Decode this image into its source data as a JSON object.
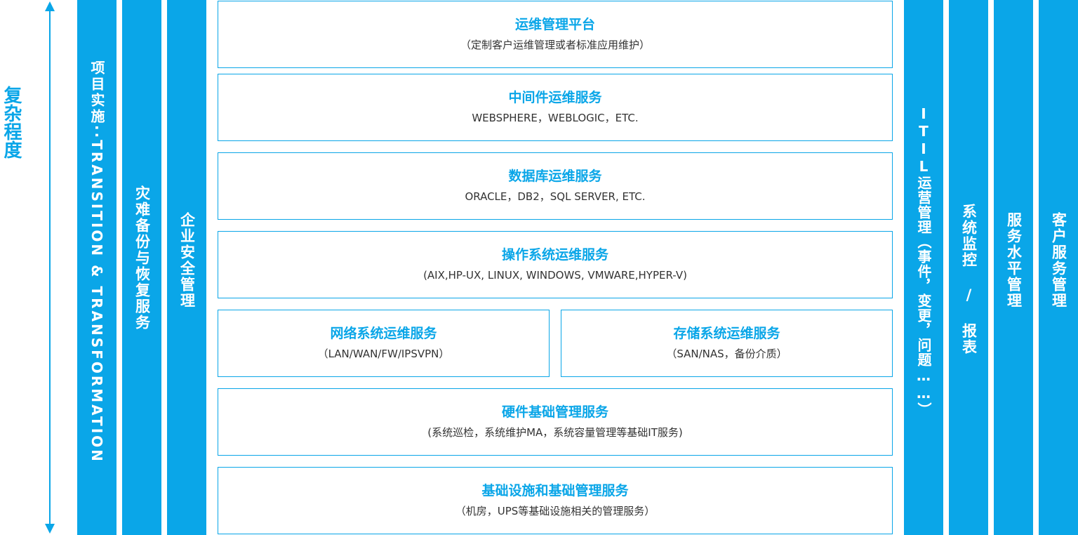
{
  "axis": {
    "label": "复杂程度"
  },
  "left_columns": [
    {
      "label": "项目实施··TRANSITION & TRANSFORMATION"
    },
    {
      "label": "灾难备份与恢复服务"
    },
    {
      "label": "企业安全管理"
    }
  ],
  "right_columns": [
    {
      "label": "ITIL运营管理（事件，变更，问题……）"
    },
    {
      "label": "系统监控 / 报表"
    },
    {
      "label": "服务水平管理"
    },
    {
      "label": "客户服务管理"
    }
  ],
  "layers": [
    {
      "title": "运维管理平台",
      "sub": "（定制客户运维管理或者标准应用维护）"
    },
    {
      "title": "中间件运维服务",
      "sub": "WEBSPHERE，WEBLOGIC，ETC."
    },
    {
      "title": "数据库运维服务",
      "sub": "ORACLE，DB2，SQL SERVER, ETC."
    },
    {
      "title": "操作系统运维服务",
      "sub": "(AIX,HP-UX, LINUX, WINDOWS, VMWARE,HYPER-V)"
    },
    {
      "title": "网络系统运维服务",
      "sub": "（LAN/WAN/FW/IPSVPN）"
    },
    {
      "title": "存储系统运维服务",
      "sub": "（SAN/NAS，备份介质）"
    },
    {
      "title": "硬件基础管理服务",
      "sub": "(系统巡检，系统维护MA，系统容量管理等基础IT服务)"
    },
    {
      "title": "基础设施和基础管理服务",
      "sub": "（机房，UPS等基础设施相关的管理服务）"
    }
  ],
  "colors": {
    "accent": "#0aa6e8",
    "text": "#333333",
    "background": "#ffffff"
  }
}
